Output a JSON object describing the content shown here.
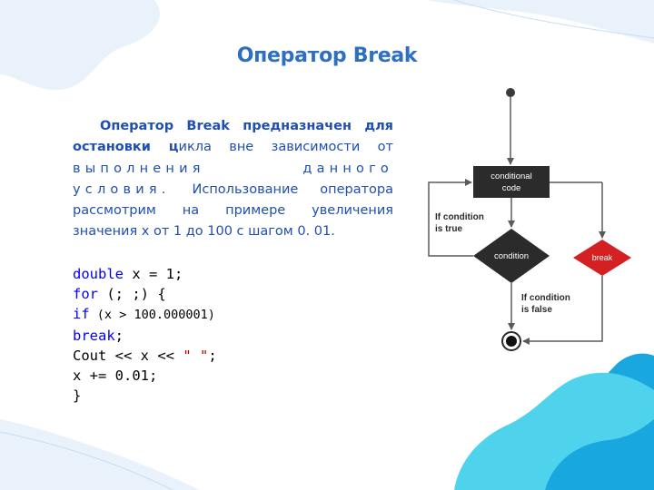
{
  "slide": {
    "title": "Оператор Break"
  },
  "paragraph": {
    "p1_bold_a": "Оператор Break предназначен для остановки ц",
    "p1_normal_a": "икла вне зависимости от",
    "p1_spaced": "выполнения данного условия.",
    "p1_normal_b": "Использование оператора рассмотрим на примере увеличения значения x от 1 до 100 с шагом 0. 01."
  },
  "code": {
    "l1_kw": "double",
    "l1_rest": " x = 1;",
    "l2_kw": "for",
    "l2_rest": " (; ;) {",
    "l3_kw": "if",
    "l3_rest": " (x > 100.000001)",
    "l4_kw": "break",
    "l4_rest": ";",
    "l5_a": "Cout << x << ",
    "l5_str": "\" \"",
    "l5_b": ";",
    "l6": "x += 0.01;",
    "l7": "}"
  },
  "flowchart": {
    "box_line1": "conditional",
    "box_line2": "code",
    "diamond_label": "condition",
    "break_label": "break",
    "true_line1": "If condition",
    "true_line2": "is true",
    "false_line1": "If condition",
    "false_line2": "is false"
  },
  "colors": {
    "title": "#2f6fc0",
    "text": "#1f4fb0",
    "keyword": "#0000ff",
    "string": "#c00000",
    "flow_box": "#2b2b2b",
    "flow_break": "#d42020",
    "deco_light": "#e9f2fb",
    "deco_blue": "#19a7e0",
    "deco_cyan": "#4fd3ec"
  }
}
